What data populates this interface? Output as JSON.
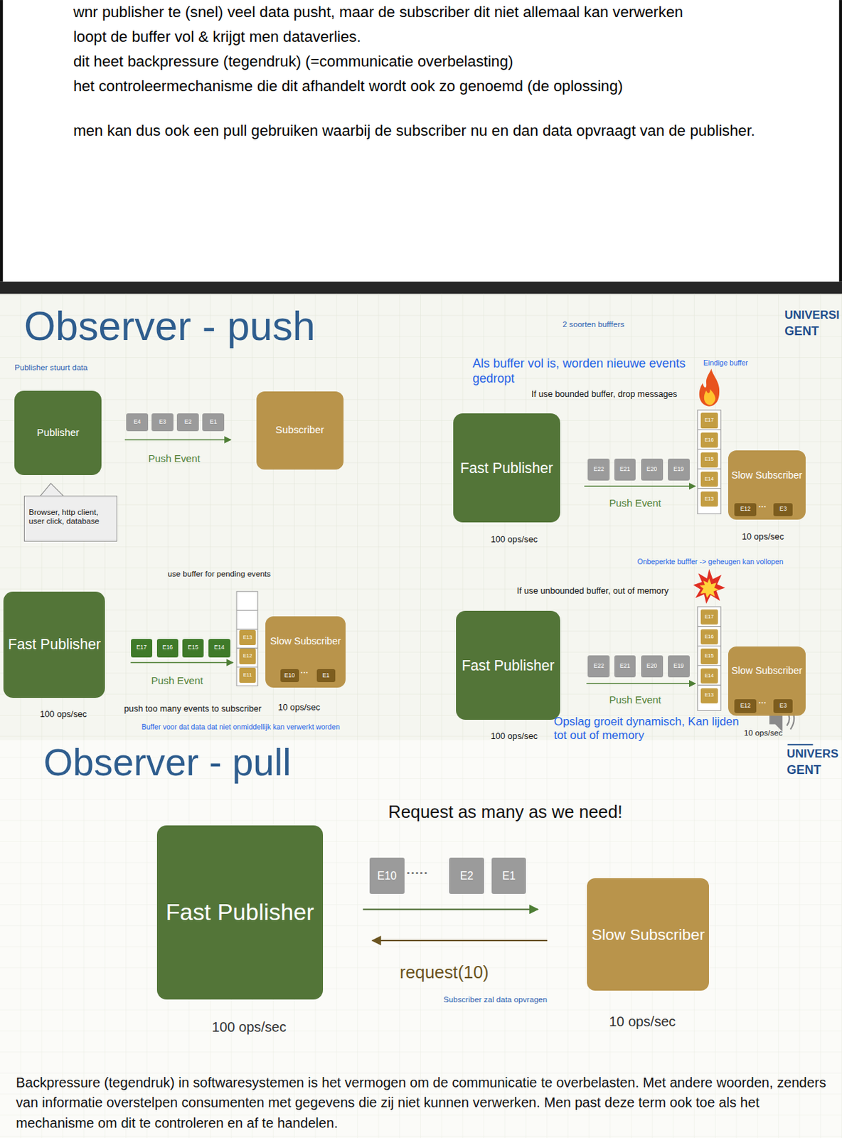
{
  "diagram": {
    "title": "Observer - push",
    "nodes": [
      {
        "text": [
          "Publisher"
        ]
      },
      {
        "text": [
          "Subscriber"
        ]
      },
      {
        "text": [
          "Browser, http client, user click, database"
        ]
      },
      {
        "text": [
          "E4"
        ]
      },
      {
        "text": [
          "E3"
        ]
      },
      {
        "text": [
          "E2"
        ]
      },
      {
        "text": [
          "E1"
        ]
      },
      {
        "text": [
          "Fast Publisher"
        ]
      },
      {
        "text": [
          "E17"
        ]
      },
      {
        "text": [
          "E16"
        ]
      },
      {
        "text": [
          "E15"
        ]
      },
      {
        "text": [
          "E14"
        ]
      },
      {
        "text": [
          "E13"
        ]
      },
      {
        "text": [
          "E12"
        ]
      },
      {
        "text": [
          "E11"
        ]
      },
      {
        "text": [
          "Slow Subscriber"
        ]
      },
      {
        "text": [
          "E10"
        ],
        "in": 15
      },
      {
        "text": [
          "E1"
        ],
        "in": 15
      },
      {
        "text": [
          "Fast Publisher"
        ]
      },
      {
        "text": [
          "E22"
        ]
      },
      {
        "text": [
          "E21"
        ]
      },
      {
        "text": [
          "E20"
        ]
      },
      {
        "text": [
          "E19"
        ]
      },
      {
        "text": [
          "E17"
        ]
      },
      {
        "text": [
          "E16"
        ]
      },
      {
        "text": [
          "E15"
        ]
      },
      {
        "text": [
          "E14"
        ]
      },
      {
        "text": [
          "E13"
        ]
      },
      {
        "text": [
          "Slow Subscriber"
        ]
      },
      {
        "text": [
          "E12"
        ],
        "in": 28
      },
      {
        "text": [
          "E3"
        ],
        "in": 28
      },
      {
        "text": [
          "Fast Publisher"
        ]
      },
      {
        "text": [
          "E22"
        ]
      },
      {
        "text": [
          "E21"
        ]
      },
      {
        "text": [
          "E20"
        ]
      },
      {
        "text": [
          "E19"
        ]
      },
      {
        "text": [
          "E17"
        ]
      },
      {
        "text": [
          "E16"
        ]
      },
      {
        "text": [
          "E15"
        ]
      },
      {
        "text": [
          "E14"
        ]
      },
      {
        "text": [
          "E13"
        ]
      },
      {
        "text": [
          "Slow Subscriber"
        ]
      },
      {
        "text": [
          "E12"
        ],
        "in": 41
      },
      {
        "text": [
          "E3"
        ],
        "in": 41
      },
      {
        "text": [
          "Fast Publisher"
        ]
      },
      {
        "text": [
          "E10"
        ]
      },
      {
        "text": [
          "E2"
        ]
      },
      {
        "text": [
          "E1"
        ]
      },
      {
        "text": [
          "Slow Subscriber"
        ]
      }
    ],
    "edges": [
      {
        "from": 0,
        "to": 1,
        "label": "Push Event",
        "arrow": "to"
      },
      {
        "from": 7,
        "to": 15,
        "label": "Push Event",
        "arrow": "to"
      },
      {
        "from": 18,
        "to": 28,
        "label": "Push Event",
        "arrow": "to"
      },
      {
        "from": 31,
        "to": 41,
        "label": "Push Event",
        "arrow": "to"
      },
      {
        "from": 44,
        "to": 48,
        "arrow": "to"
      },
      {
        "from": 48,
        "to": 44,
        "label": "request(10)",
        "arrow": "to"
      }
    ],
    "labels": [
      "wnr publisher te (snel) veel data pusht, maar de subscriber dit niet allemaal kan verwerken",
      "loopt de buffer vol & krijgt men dataverlies.",
      "dit heet backpressure (tegendruk) (=communicatie overbelasting)",
      "het controleermechanisme die dit afhandelt wordt ook zo genoemd (de oplossing)",
      "men kan dus ook een pull gebruiken waarbij de subscriber nu en dan data opvraagt van de publisher.",
      "UNIVERSI",
      "GENT",
      "2 soorten bufffers",
      "Publisher stuurt data",
      "Als buffer vol is, worden nieuwe events gedropt",
      "Eindige buffer",
      "If use bounded buffer, drop messages",
      "···",
      "100 ops/sec",
      "10 ops/sec",
      "Onbeperkte bufffer -> geheugen kan vollopen",
      "use buffer for pending events",
      "If use unbounded buffer, out of memory",
      "···",
      "100 ops/sec",
      "push too many events to subscriber",
      "10 ops/sec",
      "Buffer voor dat data dat niet onmiddellijk kan verwerkt worden",
      "···",
      "100 ops/sec",
      "Opslag groeit dynamisch, Kan lijden tot out of memory",
      "10 ops/sec",
      "Observer - pull",
      "UNIVERS",
      "GENT",
      "Request as many as we need!",
      "·····",
      "Subscriber zal data opvragen",
      "100 ops/sec",
      "10 ops/sec",
      "Backpressure (tegendruk) in softwaresystemen is het vermogen om de communicatie te overbelasten. Met andere woorden, zenders van informatie overstelpen consumenten met gegevens die zij niet kunnen verwerken. Men past deze term ook toe als het mechanisme om dit te controleren en af te handelen."
    ]
  }
}
